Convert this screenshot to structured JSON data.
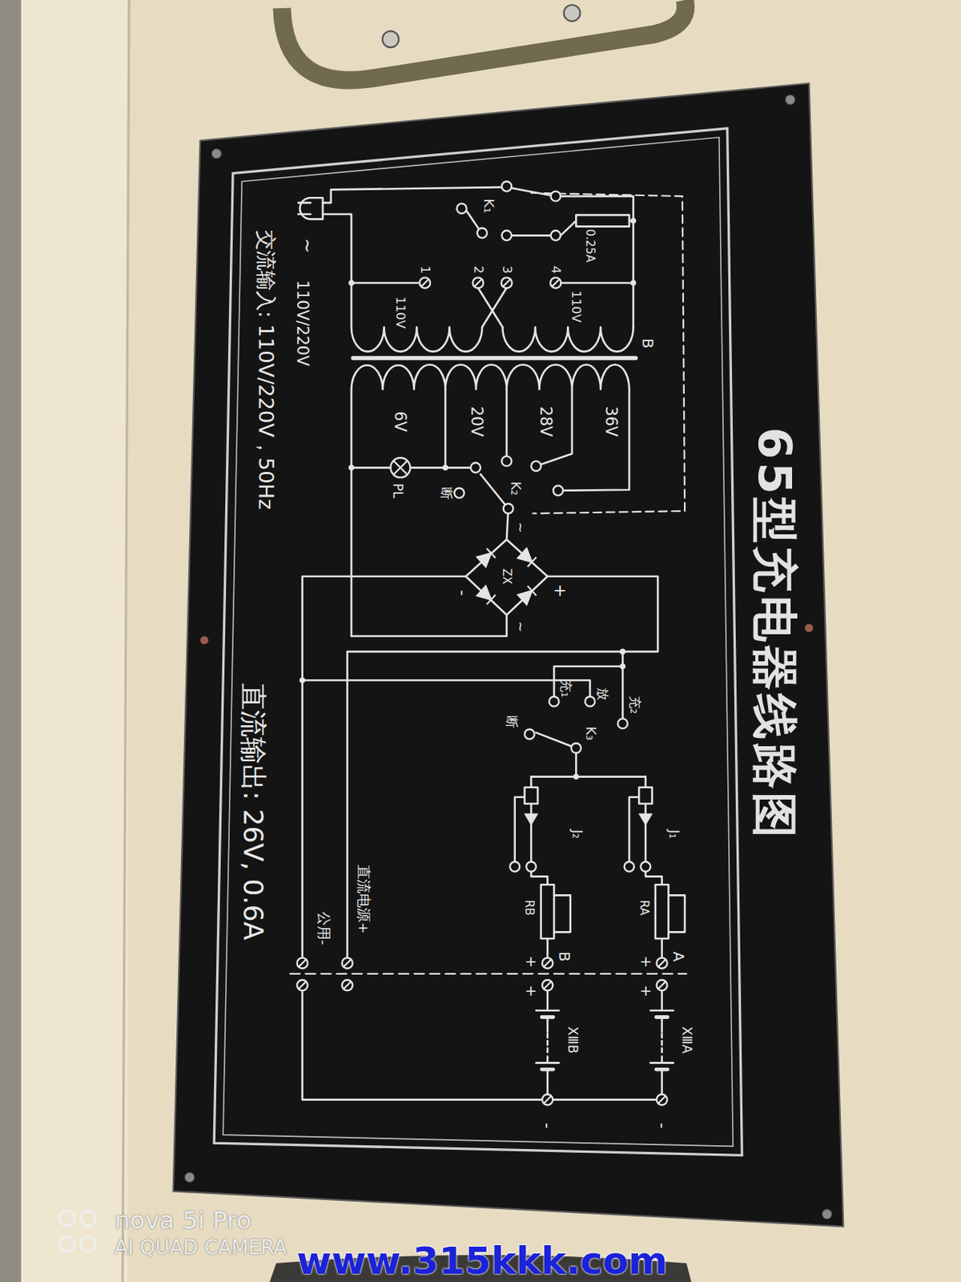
{
  "diagram": {
    "title": "65型充电器线路图",
    "labels": [
      "K₁",
      "0.25A",
      "1",
      "2",
      "3",
      "4",
      "110V",
      "110V",
      "B",
      "~",
      "110V/220V",
      "交流输入: 110V/220V，50Hz",
      "36V",
      "28V",
      "20V",
      "6V",
      "PL",
      "断",
      "K₂",
      "~",
      "+",
      "ZX",
      "-",
      "~",
      "直流输出: 26V, 0.6A",
      "充₁",
      "放",
      "充₂",
      "断",
      "K₃",
      "J₁",
      "J₂",
      "RA",
      "RB",
      "+",
      "A",
      "+",
      "B",
      "直流电源+",
      "公用-",
      "+",
      "+",
      "XⅢA",
      "XⅢB",
      "-",
      "-",
      "nova 5i Pro",
      "AI QUAD CAMERA",
      "www.315kkk.com"
    ]
  }
}
